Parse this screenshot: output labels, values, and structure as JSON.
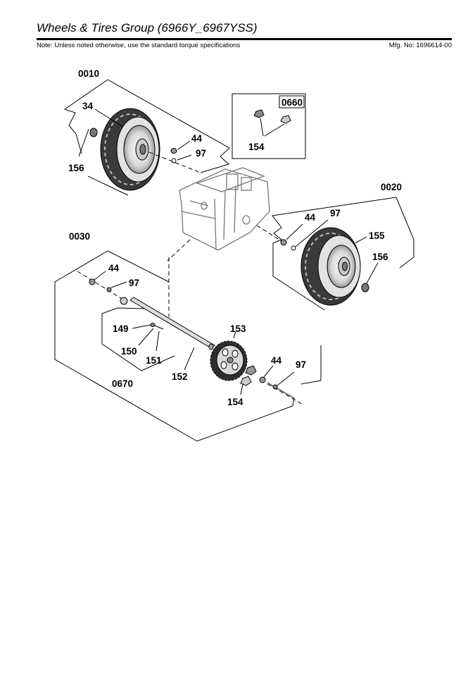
{
  "header": {
    "title": "Wheels & Tires Group (6966Y_6967YSS)",
    "note": "Note: Unless noted otherwise, use the standard torque specifications",
    "mfg": "Mfg. No: 1696614-00"
  },
  "callouts": {
    "g0010": "0010",
    "g0660": "0660",
    "g0020": "0020",
    "g0030": "0030",
    "g0670": "0670",
    "p34": "34",
    "p44a": "44",
    "p97a": "97",
    "p156a": "156",
    "p154a": "154",
    "p44b": "44",
    "p97b": "97",
    "p155": "155",
    "p156b": "156",
    "p44c": "44",
    "p97c": "97",
    "p149": "149",
    "p150": "150",
    "p151": "151",
    "p152": "152",
    "p153": "153",
    "p44d": "44",
    "p97d": "97",
    "p154b": "154"
  }
}
